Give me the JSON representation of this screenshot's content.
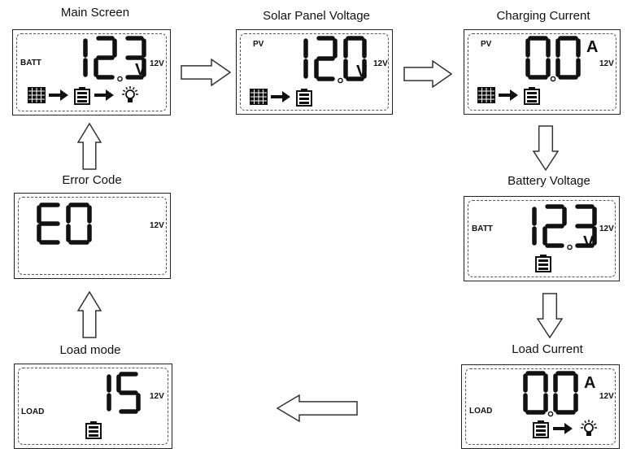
{
  "colors": {
    "ink": "#111111",
    "frame": "#222222",
    "arrow": "#333333"
  },
  "screens": [
    {
      "id": "main",
      "title": "Main Screen",
      "tag": "BATT",
      "digits": "123",
      "decimal_after": 1,
      "unit": "V",
      "system_voltage": "12V",
      "icons": [
        "solar-panel-icon",
        "arrow-right-icon",
        "battery-icon",
        "arrow-right-icon",
        "bulb-icon"
      ]
    },
    {
      "id": "solar",
      "title": "Solar Panel Voltage",
      "tag": "PV",
      "digits": "120",
      "decimal_after": 1,
      "unit": "V",
      "system_voltage": "12V",
      "icons": [
        "solar-panel-icon",
        "arrow-right-icon",
        "battery-icon"
      ]
    },
    {
      "id": "charge",
      "title": "Charging Current",
      "tag": "PV",
      "digits": "00",
      "decimal_after": 0,
      "unit": "A",
      "system_voltage": "12V",
      "icons": [
        "solar-panel-icon",
        "arrow-right-icon",
        "battery-icon"
      ]
    },
    {
      "id": "battery",
      "title": "Battery Voltage",
      "tag": "BATT",
      "digits": "123",
      "decimal_after": 1,
      "unit": "V",
      "system_voltage": "12V",
      "icons": [
        "battery-icon"
      ]
    },
    {
      "id": "load-current",
      "title": "Load Current",
      "tag": "LOAD",
      "digits": "00",
      "decimal_after": 0,
      "unit": "A",
      "system_voltage": "12V",
      "icons": [
        "battery-icon",
        "arrow-right-icon",
        "bulb-icon"
      ]
    },
    {
      "id": "load-mode",
      "title": "Load mode",
      "tag": "LOAD",
      "digits": "15",
      "decimal_after": -1,
      "unit": "",
      "system_voltage": "12V",
      "icons": [
        "battery-icon"
      ]
    },
    {
      "id": "error",
      "title": "Error Code",
      "tag": "",
      "digits": "E0",
      "decimal_after": -1,
      "unit": "",
      "system_voltage": "12V",
      "icons": []
    }
  ],
  "flow": [
    {
      "from": "main",
      "to": "solar"
    },
    {
      "from": "solar",
      "to": "charge"
    },
    {
      "from": "charge",
      "to": "battery"
    },
    {
      "from": "battery",
      "to": "load-current"
    },
    {
      "from": "load-current",
      "to": "load-mode"
    },
    {
      "from": "load-mode",
      "to": "error"
    },
    {
      "from": "error",
      "to": "main"
    }
  ]
}
